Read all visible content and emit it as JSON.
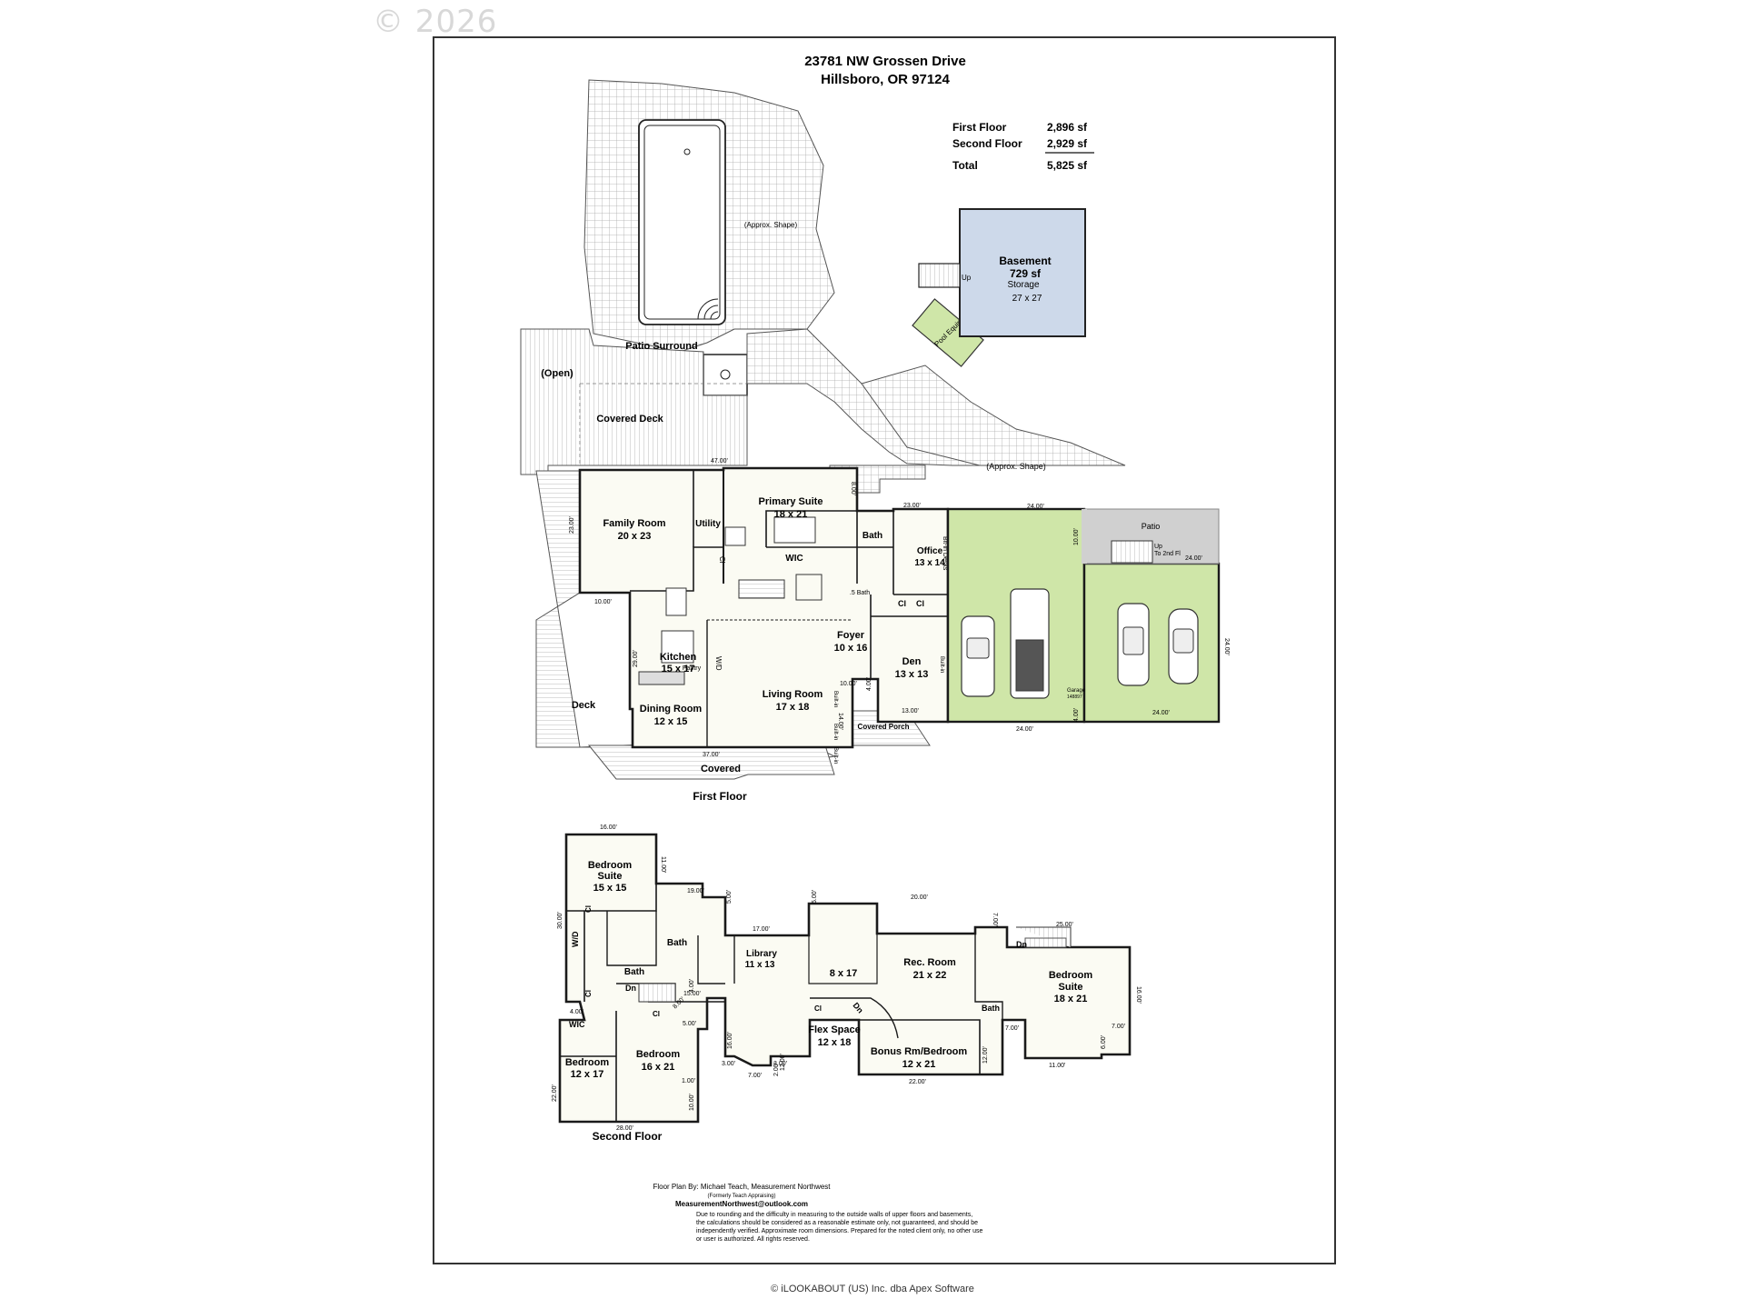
{
  "watermark": "© 2026",
  "address": {
    "line1": "23781 NW Grossen Drive",
    "line2": "Hillsboro, OR 97124"
  },
  "summary": [
    {
      "label": "First Floor",
      "value": "2,896 sf"
    },
    {
      "label": "Second Floor",
      "value": "2,929 sf"
    },
    {
      "label": "Total",
      "value": "5,825 sf"
    }
  ],
  "basement": {
    "title": "Basement",
    "area": "729 sf",
    "name": "Storage",
    "dims": "27 x 27",
    "up": "Up"
  },
  "exterior": {
    "pool_shape": "(Approx. Shape)",
    "patio_surround": "Patio Surround",
    "open": "(Open)",
    "covered_deck": "Covered Deck",
    "pool_equip": "Pool Equip",
    "drive_shape": "(Approx. Shape)",
    "patio": "Patio",
    "up_2nd": "Up",
    "up_2nd_b": "To 2nd Fl",
    "deck": "Deck",
    "covered": "Covered",
    "covered_porch": "Covered Porch",
    "garage": "Garage",
    "garage_sub": "148897"
  },
  "first_floor": {
    "label": "First Floor",
    "rooms": {
      "family": {
        "name": "Family Room",
        "dims": "20 x 23"
      },
      "utility": {
        "name": "Utility"
      },
      "primary": {
        "name": "Primary Suite",
        "dims": "18 x 21"
      },
      "bath": {
        "name": "Bath"
      },
      "wic": {
        "name": "WIC"
      },
      "halfbath": {
        "name": ".5 Bath"
      },
      "office": {
        "name": "Office",
        "dims": "13 x 14"
      },
      "blt_desks": {
        "name": "Blt-in Desks"
      },
      "cl1": {
        "name": "Cl"
      },
      "cl2": {
        "name": "Cl"
      },
      "cl3": {
        "name": "Cl"
      },
      "kitchen": {
        "name": "Kitchen",
        "dims": "15 x 17"
      },
      "pantry": {
        "name": "Pantry"
      },
      "wd": {
        "name": "W/D"
      },
      "foyer": {
        "name": "Foyer",
        "dims": "10 x 16"
      },
      "den": {
        "name": "Den",
        "dims": "13 x 13"
      },
      "builtin1": {
        "name": "Built-in"
      },
      "builtin2": {
        "name": "Built-in"
      },
      "builtin3": {
        "name": "Built-in"
      },
      "builtin4": {
        "name": "Built-in"
      },
      "living": {
        "name": "Living Room",
        "dims": "17 x 18"
      },
      "dining": {
        "name": "Dining Room",
        "dims": "12 x 15"
      }
    },
    "measurements": [
      "47.00'",
      "8.00'",
      "23.00'",
      "24.00'",
      "23.00'",
      "10.00'",
      "29.00'",
      "10.00'",
      "4.00'",
      "13.00'",
      "14.00'",
      "37.00'",
      "24.00'",
      "24.00'",
      "24.00'",
      "4.00'",
      "10.00'",
      "24.00'"
    ]
  },
  "second_floor": {
    "label": "Second Floor",
    "rooms": {
      "bedroom_suite_a": {
        "name": "Bedroom",
        "name2": "Suite",
        "dims": "15 x 15"
      },
      "bath_a": {
        "name": "Bath"
      },
      "bath_b": {
        "name": "Bath"
      },
      "library": {
        "name": "Library",
        "dims": "11 x 13"
      },
      "hall": {
        "dims": "8 x 17"
      },
      "rec": {
        "name": "Rec. Room",
        "dims": "21 x 22"
      },
      "bedroom_suite_b": {
        "name": "Bedroom",
        "name2": "Suite",
        "dims": "18 x 21"
      },
      "bath_c": {
        "name": "Bath"
      },
      "dn1": {
        "name": "Dn"
      },
      "dn2": {
        "name": "Dn"
      },
      "dn3": {
        "name": "Dn"
      },
      "wd": {
        "name": "W/D"
      },
      "cl_a": {
        "name": "Cl"
      },
      "cl_b": {
        "name": "Cl"
      },
      "cl_c": {
        "name": "Cl"
      },
      "cl_d": {
        "name": "Cl"
      },
      "wic": {
        "name": "WIC"
      },
      "bedroom_a": {
        "name": "Bedroom",
        "dims": "12 x 17"
      },
      "bedroom_b": {
        "name": "Bedroom",
        "dims": "16 x 21"
      },
      "flex": {
        "name": "Flex Space",
        "dims": "12 x 18"
      },
      "bonus": {
        "name": "Bonus Rm/Bedroom",
        "dims": "12 x 21"
      }
    },
    "measurements": [
      "16.00'",
      "11.00'",
      "19.00'",
      "5.00'",
      "17.00'",
      "5.00'",
      "20.00'",
      "7.00'",
      "25.00'",
      "30.00'",
      "15.00'",
      "4.00'",
      "4.00'",
      "5.00'",
      "8.00'",
      "22.00'",
      "1.00'",
      "10.00'",
      "28.00'",
      "16.00'",
      "3.00'",
      "7.00'",
      "3.00'",
      "2.00'",
      "12.00'",
      "22.00'",
      "12.00'",
      "7.00'",
      "11.00'",
      "6.00'",
      "7.00'",
      "16.00'"
    ]
  },
  "credits": {
    "by": "Floor Plan By: Michael Teach, Measurement Northwest",
    "formerly": "(Formerly Teach Appraising)",
    "email": "MeasurementNorthwest@outlook.com",
    "disclaimer": [
      "Due to rounding and the difficulty in measuring to the outside walls of upper floors and basements,",
      "the calculations should be considered as a reasonable estimate only, not guaranteed, and should be",
      "independently verified. Approximate room dimensions. Prepared for the noted client only, no other use",
      "or user is authorized. All rights reserved."
    ]
  },
  "footer": "© iLOOKABOUT (US) Inc. dba Apex Software",
  "colors": {
    "garage": "#cfe6a8",
    "basement": "#cdd9ea",
    "patio_gray": "#d0d0d0",
    "floor_fill": "#fbfbf3",
    "wall": "#1a1a1a"
  }
}
